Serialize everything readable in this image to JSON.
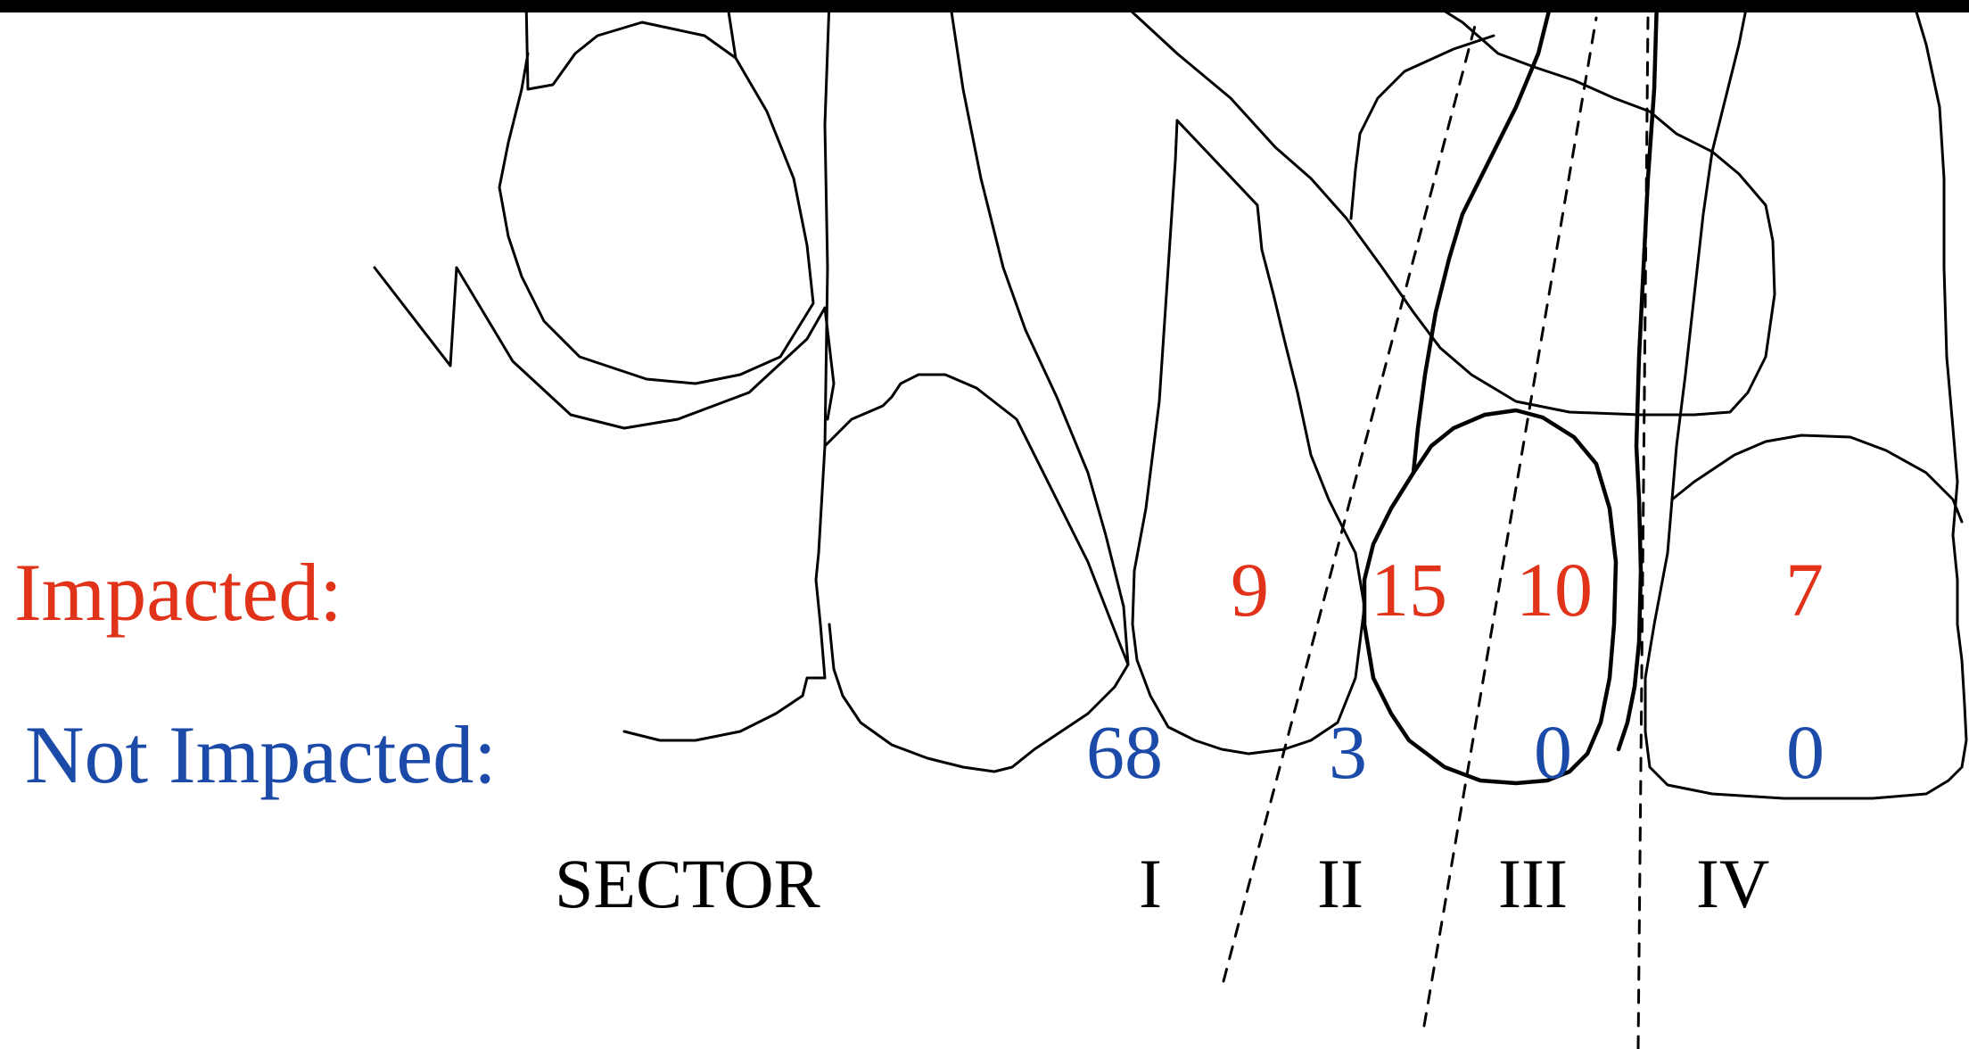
{
  "colors": {
    "impacted": "#e1321a",
    "not_impacted": "#1c4aa8",
    "outline": "#000000"
  },
  "labels": {
    "impacted": "Impacted:",
    "not_impacted": "Not Impacted:",
    "sector": "SECTOR"
  },
  "sectors": [
    {
      "name": "I",
      "impacted": "9",
      "not_impacted": "68"
    },
    {
      "name": "II",
      "impacted": "15",
      "not_impacted": "3"
    },
    {
      "name": "III",
      "impacted": "10",
      "not_impacted": "0"
    },
    {
      "name": "IV",
      "impacted": "7",
      "not_impacted": "0"
    }
  ]
}
